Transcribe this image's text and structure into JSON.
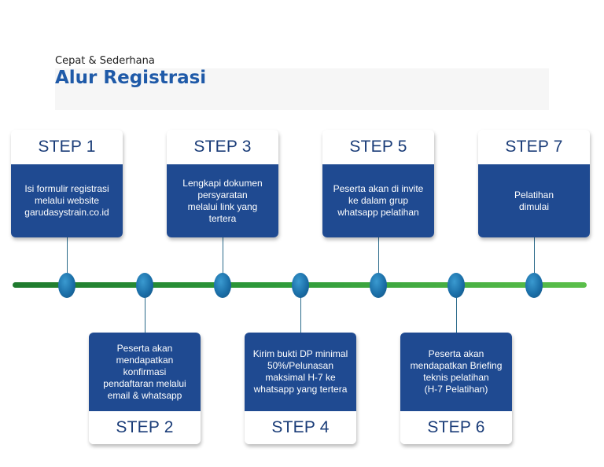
{
  "header": {
    "subtitle": "Cepat & Sederhana",
    "title": "Alur Registrasi"
  },
  "steps": [
    {
      "label": "STEP 1",
      "text": "Isi formulir registrasi\nmelalui website\ngarudasystrain.co.id"
    },
    {
      "label": "STEP 2",
      "text": "Peserta akan\nmendapatkan konfirmasi\npendaftaran melalui\nemail & whatsapp"
    },
    {
      "label": "STEP 3",
      "text": "Lengkapi dokumen\npersyaratan\nmelalui link yang tertera"
    },
    {
      "label": "STEP 4",
      "text": "Kirim bukti DP minimal\n50%/Pelunasan\nmaksimal H-7 ke\nwhatsapp yang tertera"
    },
    {
      "label": "STEP 5",
      "text": "Peserta akan di invite\nke dalam grup\nwhatsapp pelatihan"
    },
    {
      "label": "STEP 6",
      "text": "Peserta akan\nmendapatkan Briefing\nteknis pelatihan\n(H-7 Pelatihan)"
    },
    {
      "label": "STEP 7",
      "text": "Pelatihan\ndimulai"
    }
  ],
  "colors": {
    "title": "#1f5aa8",
    "card_body": "#1f4a91",
    "card_label_text": "#1a3c78",
    "timeline_start": "#1f7a2e",
    "timeline_end": "#5bbf4a",
    "node": "#1b6fa8"
  }
}
